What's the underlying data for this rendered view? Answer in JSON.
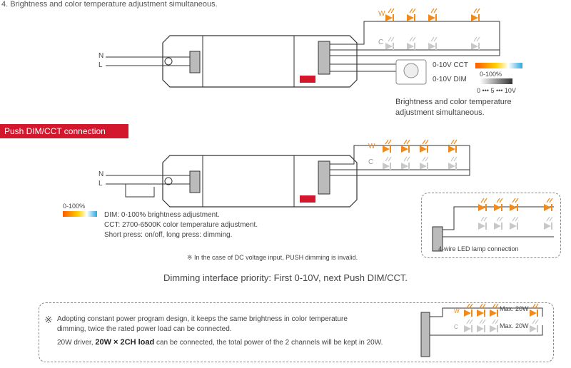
{
  "top_title": "4. Brightness and color temperature adjustment simultaneous.",
  "section1": {
    "n_label": "N",
    "l_label": "L",
    "w_label": "W",
    "c_label": "C",
    "cct_label": "0-10V CCT",
    "dim_label": "0-10V DIM",
    "percent_label": "0-100%",
    "scale_label": "0 ••• 5 ••• 10V",
    "desc_line1": "Brightness and color temperature",
    "desc_line2": "adjustment simultaneous."
  },
  "section2": {
    "tag": "Push DIM/CCT connection",
    "n_label": "N",
    "l_label": "L",
    "w_label": "W",
    "c_label": "C",
    "percent_label": "0-100%",
    "dim_desc": "DIM: 0-100% brightness adjustment.",
    "cct_desc": "CCT: 2700-6500K color temperature adjustment.",
    "press_desc": "Short press: on/off, long press: dimming.",
    "dc_note": "※ In the case of DC voltage input, PUSH dimming is invalid.",
    "four_wire_label": "4-wire LED lamp connection"
  },
  "priority": "Dimming interface priority: First 0-10V, next Push DIM/CCT.",
  "note": {
    "asterisk": "※",
    "line1": "Adopting constant power program design, it keeps the same brightness in color temperature",
    "line2": "dimming, twice the rated power load can be connected.",
    "line3_pre": "20W driver, ",
    "line3_bold": "20W × 2CH load",
    "line3_post": " can be connected, the total power of the 2 channels will be kept in 20W.",
    "max1": "Max. 20W",
    "max2": "Max. 20W",
    "w_label": "W",
    "c_label": "C"
  },
  "colors": {
    "red_tag": "#d3182e",
    "warm_led": "#f08a1c",
    "cool_led": "#c8c8c8",
    "wire": "#333333"
  }
}
